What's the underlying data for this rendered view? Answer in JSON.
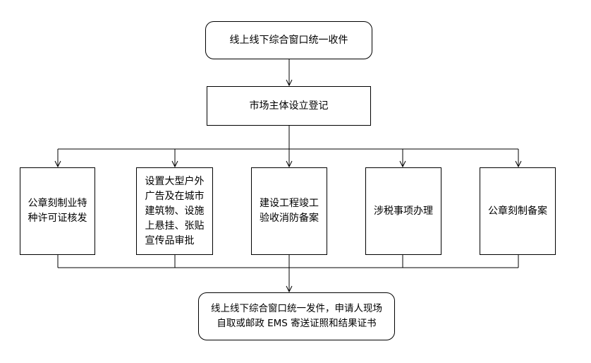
{
  "top": {
    "label": "线上线下综合窗口统一收件"
  },
  "register": {
    "label": "市场主体设立登记"
  },
  "branches": [
    {
      "label": "公章刻制业特\n种许可证核发"
    },
    {
      "label": "设置大型户外\n广告及在城市\n建筑物、设施\n上悬挂、张贴\n宣传品审批"
    },
    {
      "label": "建设工程竣工\n验收消防备案"
    },
    {
      "label": "涉税事项办理"
    },
    {
      "label": "公章刻制备案"
    }
  ],
  "bottom": {
    "label": "线上线下综合窗口统一发件，申请人现场\n自取或邮政 EMS 寄送证照和结果证书"
  },
  "colors": {
    "line": "#000000",
    "box_border": "#000000",
    "background": "#ffffff"
  }
}
